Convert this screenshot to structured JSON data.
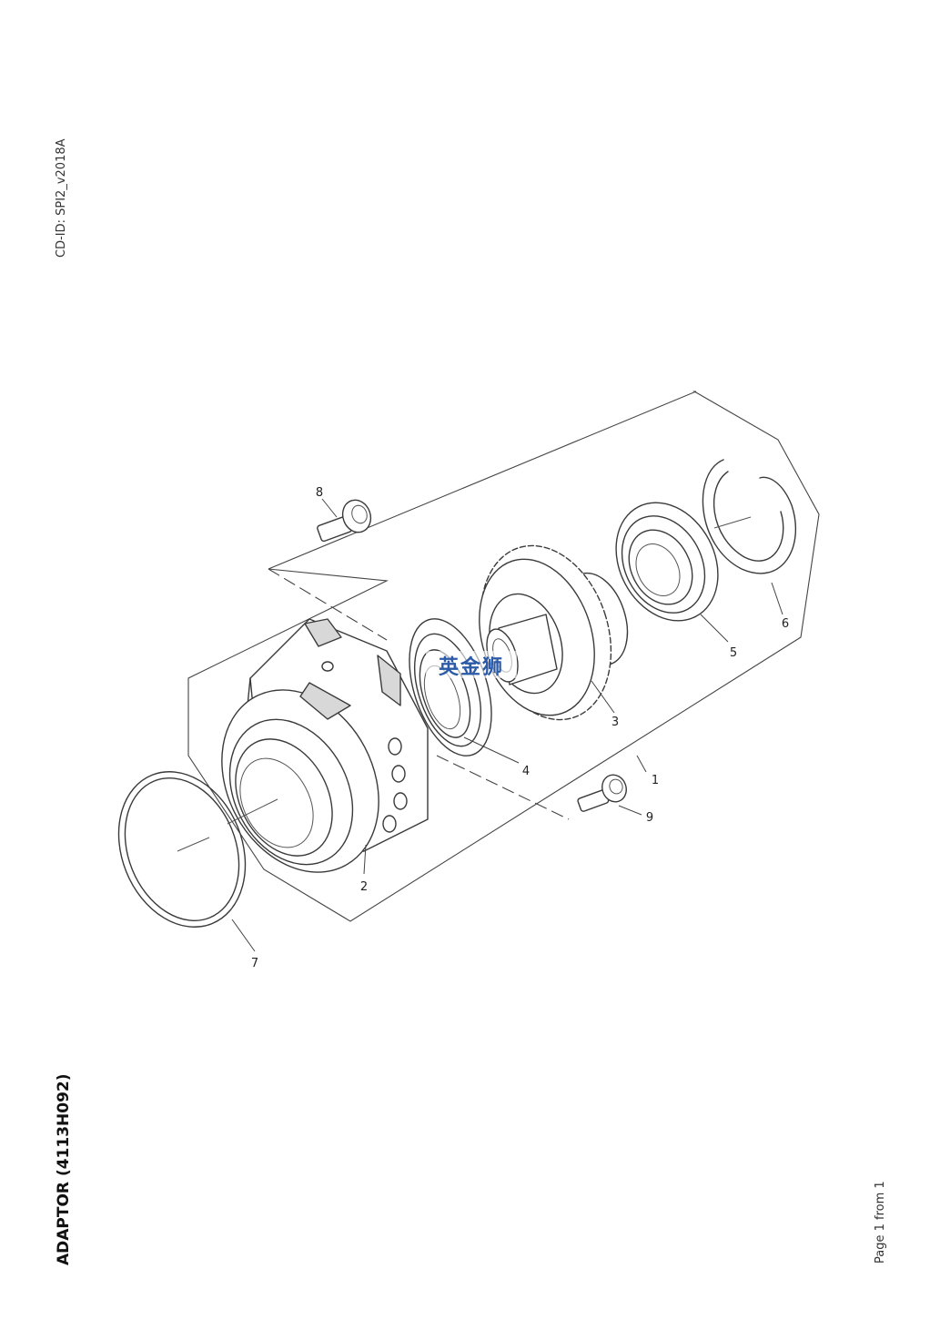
{
  "header": {
    "cd_id": "CD-ID: SPI2_v2018A"
  },
  "title": "ADAPTOR (4113H092)",
  "footer": {
    "page": "Page 1 from 1"
  },
  "watermark": "英金狮",
  "callouts": [
    "1",
    "2",
    "3",
    "4",
    "5",
    "6",
    "7",
    "8",
    "9"
  ],
  "colors": {
    "line": "#3a3a3a",
    "watermark": "#2a5aa8"
  }
}
